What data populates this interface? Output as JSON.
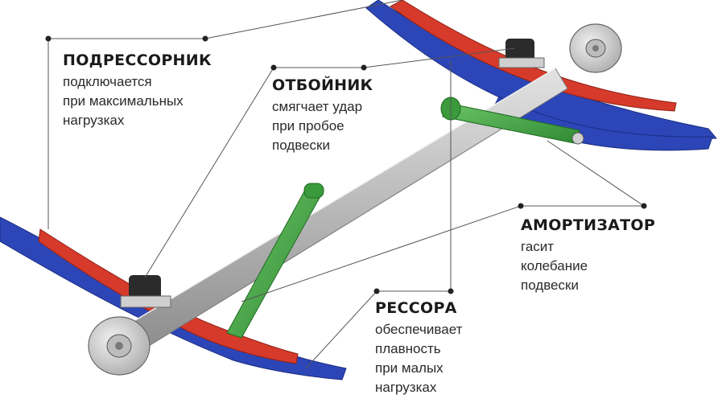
{
  "labels": {
    "podressornik": {
      "title": "ПОДРЕССОРНИК",
      "lines": [
        "подключается",
        "при максимальных",
        "нагрузках"
      ]
    },
    "otboynik": {
      "title": "ОТБОЙНИК",
      "lines": [
        "смягчает удар",
        "при пробое",
        "подвески"
      ]
    },
    "amortizator": {
      "title": "АМОРТИЗАТОР",
      "lines": [
        "гасит",
        "колебание",
        "подвески"
      ]
    },
    "ressora": {
      "title": "РЕССОРА",
      "lines": [
        "обеспечивает",
        "плавность",
        "при малых",
        "нагрузках"
      ]
    }
  },
  "colors": {
    "leader": "#555555",
    "dot": "#222222",
    "beam": "#b9b9b9",
    "leaf_spring_red": "#d63a2a",
    "leaf_spring_blue": "#2c46b8",
    "shock_absorber": "#3a9a3c",
    "bump_stop": "#2b2b2b",
    "hub": "#cfcfcf"
  }
}
